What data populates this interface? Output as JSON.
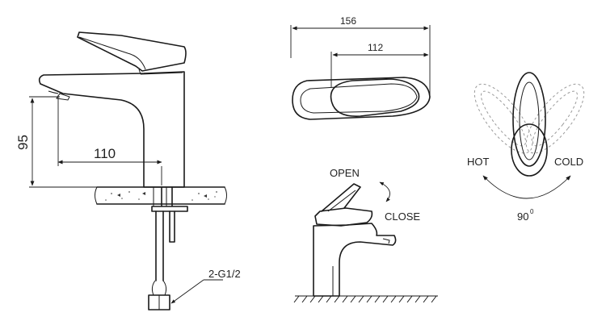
{
  "colors": {
    "line": "#1a1a1a",
    "ghost": "#9a9a9a",
    "background": "#ffffff"
  },
  "side_view": {
    "dim_reach": "110",
    "dim_height": "95",
    "thread_label": "2-G1/2"
  },
  "top_view": {
    "dim_total": "156",
    "dim_body": "112"
  },
  "operation_view": {
    "open_label": "OPEN",
    "close_label": "CLOSE"
  },
  "rotation_view": {
    "hot_label": "HOT",
    "cold_label": "COLD",
    "angle_label": "90",
    "degree_mark": "0"
  }
}
